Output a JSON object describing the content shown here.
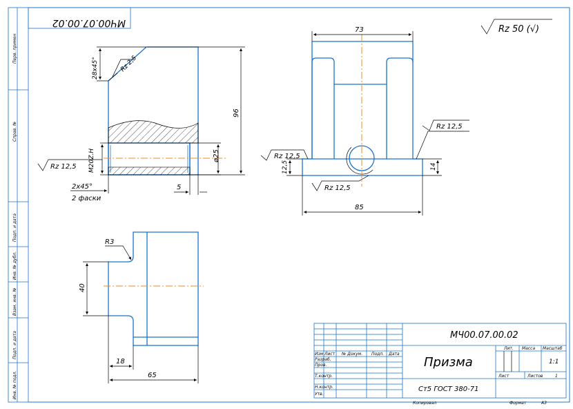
{
  "drawing_number_mirrored": "МЧ00.07.00.02",
  "roughness_general": "Rz 50 (√)",
  "left_strip": {
    "perv_primen": "Перв. примен",
    "sprav_no": "Справ. №",
    "podp_data_1": "Подп. и дата",
    "inv_dubl": "Инв. № дубл.",
    "vzam_inv": "Взам. инв. №",
    "podp_data_2": "Подп. и дата",
    "inv_podl": "Инв. № подл."
  },
  "view1": {
    "dim_chamfer_top": "28x45°",
    "rz_chamfer": "Rz 2,5",
    "dim_height": "96",
    "dim_thread": "M20Z.H",
    "dim_dia": "ø25",
    "rz_left": "Rz 12,5",
    "dim_chamfer_bottom": "2x45°",
    "dim_chamfer_note": "2 фаски",
    "dim_five": "5"
  },
  "view2": {
    "dim_width_top": "73",
    "rz_right": "Rz 12,5",
    "rz_left": "Rz 12,5",
    "dim_12_5": "12,5",
    "dim_14": "14",
    "rz_bottom": "Rz 12,5",
    "dim_width_bottom": "85"
  },
  "view3": {
    "dim_radius": "R3",
    "dim_40": "40",
    "dim_18": "18",
    "dim_65": "65"
  },
  "title_block": {
    "designation": "МЧ00.07.00.02",
    "part_name": "Призма",
    "material": "Ст5 ГОСТ 380-71",
    "col_izm": "Изм",
    "col_list": "Лист",
    "col_doc": "№ Докум.",
    "col_podp": "Подп.",
    "col_data": "Дата",
    "row_razrab": "Разраб.",
    "row_prov": "Пров.",
    "row_tkontr": "Т.контр.",
    "row_nkontr": "Н.контр.",
    "row_utv": "Утв.",
    "lit": "Лит.",
    "massa": "Масса",
    "masshtab": "Масштаб",
    "masshtab_value": "1:1",
    "list": "Лист",
    "listov": "Листов",
    "listov_value": "1",
    "kopiroval": "Копировал",
    "format": "Формат",
    "format_value": "A3"
  }
}
